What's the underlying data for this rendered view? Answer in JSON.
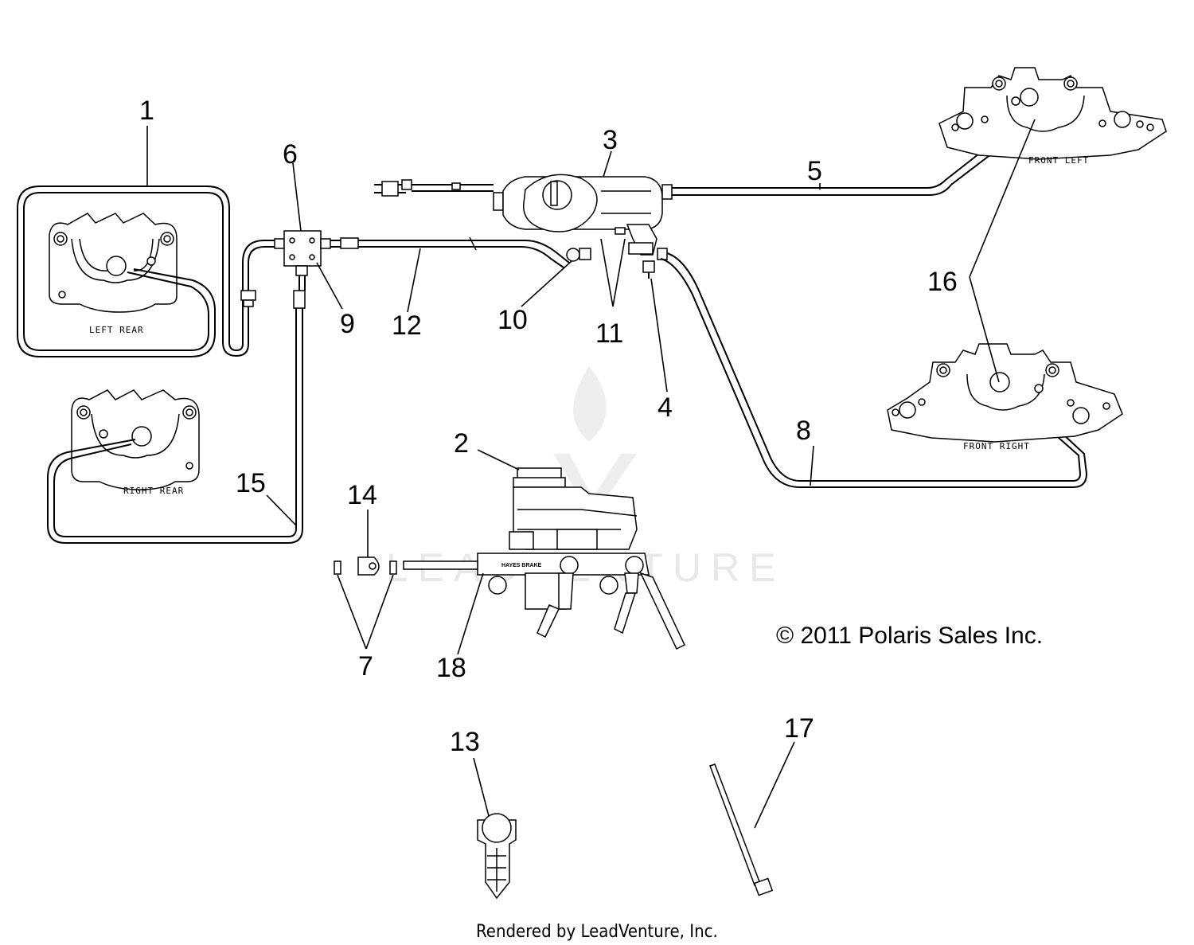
{
  "callouts": {
    "c1": "1",
    "c2": "2",
    "c3": "3",
    "c4": "4",
    "c5": "5",
    "c6": "6",
    "c7": "7",
    "c8": "8",
    "c9": "9",
    "c10": "10",
    "c11": "11",
    "c12": "12",
    "c13": "13",
    "c14": "14",
    "c15": "15",
    "c16": "16",
    "c17": "17",
    "c18": "18"
  },
  "caliper_labels": {
    "left_rear": "LEFT REAR",
    "right_rear": "RIGHT REAR",
    "front_left": "FRONT LEFT",
    "front_right": "FRONT RIGHT"
  },
  "master_cylinder_text": "HAYES BRAKE",
  "copyright": "© 2011 Polaris Sales Inc.",
  "footer": "Rendered by LeadVenture, Inc.",
  "watermark": "LEADVENTURE"
}
